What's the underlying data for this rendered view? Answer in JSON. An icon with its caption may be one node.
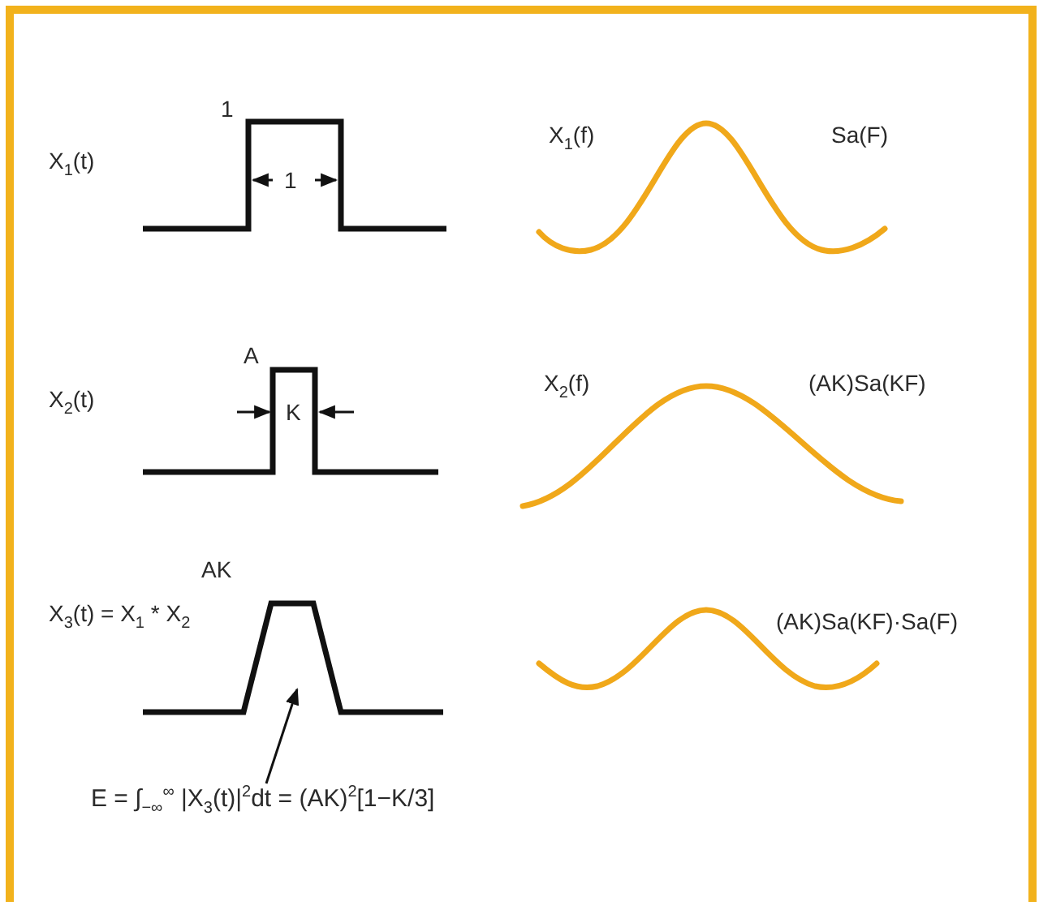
{
  "diagram": {
    "nodes": [
      {
        "text": [],
        "shape": "picture"
      },
      {
        "text": [
          "E = ∫$_{−∞}$$^{∞}$ |X$_{3}$(t)|$^{2}$dt = (AK)$^{2}$[1−K/3]"
        ]
      }
    ],
    "edges": [
      {
        "from": 1,
        "to": 0,
        "arrow": "to"
      }
    ],
    "labels": [
      "1",
      "X$_{1}$(t)",
      "1",
      "X$_{1}$(f)",
      "Sa(F)",
      "A",
      "X$_{2}$(t)",
      "K",
      "X$_{2}$(f)",
      "(AK)Sa(KF)",
      "AK",
      "X$_{3}$(t) = X$_{1}$ * X$_{2}$",
      "(AK)Sa(KF)·Sa(F)"
    ]
  }
}
